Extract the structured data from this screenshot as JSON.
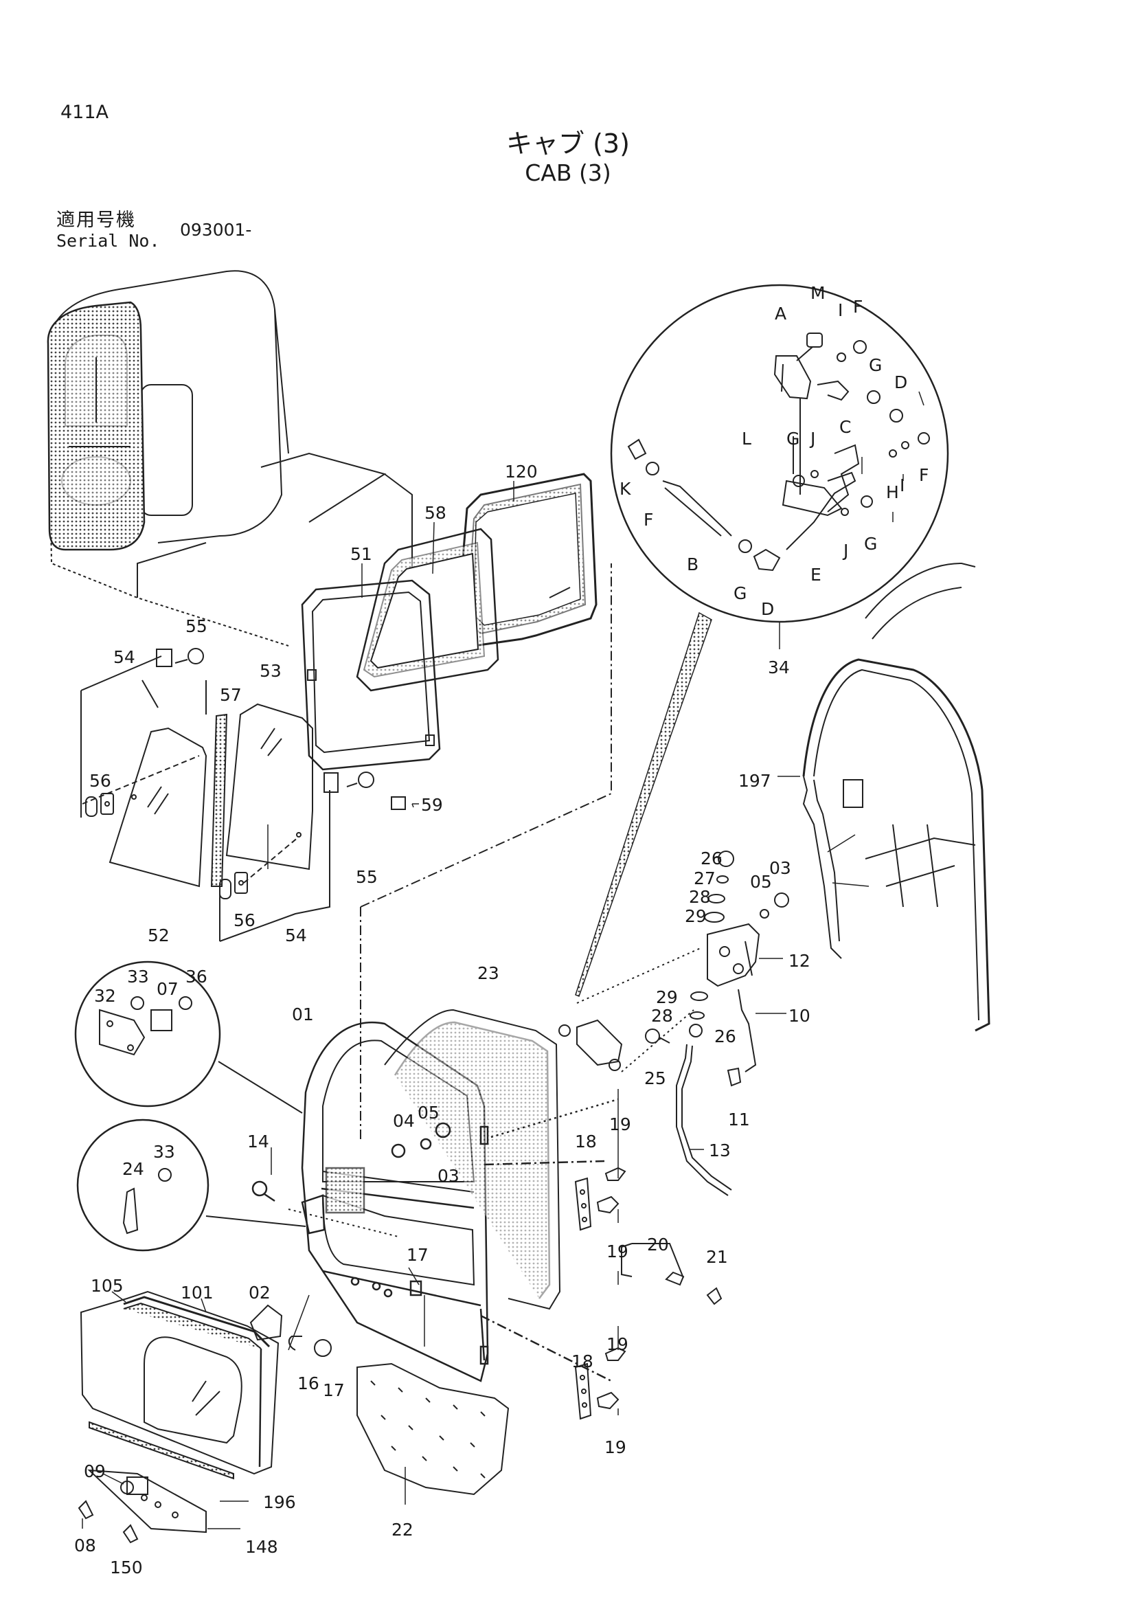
{
  "page_number": "411A",
  "title_ja": "キャブ (3)",
  "title_en": "CAB (3)",
  "serial_label_ja": "適用号機",
  "serial_label_en": "Serial No.",
  "serial_number": "093001-",
  "callouts": {
    "c120": "120",
    "c58": "58",
    "c51": "51",
    "c55a": "55",
    "c54a": "54",
    "c57": "57",
    "c53": "53",
    "c56a": "56",
    "c52": "52",
    "c56b": "56",
    "c54b": "54",
    "c55b": "55",
    "c59": "59",
    "cA": "A",
    "cM": "M",
    "cI1": "I",
    "cF1": "F",
    "cG1": "G",
    "cD1": "D",
    "cC": "C",
    "cL": "L",
    "cG2": "G",
    "cJ1": "J",
    "cK": "K",
    "cF2": "F",
    "cI2": "I",
    "cF3": "F",
    "cH": "H",
    "cB": "B",
    "cG3": "G",
    "cD2": "D",
    "cE": "E",
    "cJ2": "J",
    "cG4": "G",
    "c34": "34",
    "c197": "197",
    "c26a": "26",
    "c27": "27",
    "c28a": "28",
    "c29a": "29",
    "c05a": "05",
    "c03a": "03",
    "c12": "12",
    "c29b": "29",
    "c28b": "28",
    "c26b": "26",
    "c10": "10",
    "c25": "25",
    "c11": "11",
    "c13": "13",
    "c32": "32",
    "c33a": "33",
    "c07": "07",
    "c36": "36",
    "c24": "24",
    "c33b": "33",
    "c01": "01",
    "c23": "23",
    "c04": "04",
    "c05b": "05",
    "c03b": "03",
    "c14": "14",
    "c18a": "18",
    "c19a": "19",
    "c19b": "19",
    "c17a": "17",
    "c20": "20",
    "c21": "21",
    "c105": "105",
    "c101": "101",
    "c02": "02",
    "c16": "16",
    "c17b": "17",
    "c18b": "18",
    "c19c": "19",
    "c19d": "19",
    "c22": "22",
    "c09": "09",
    "c196": "196",
    "c08": "08",
    "c148": "148",
    "c150": "150"
  }
}
